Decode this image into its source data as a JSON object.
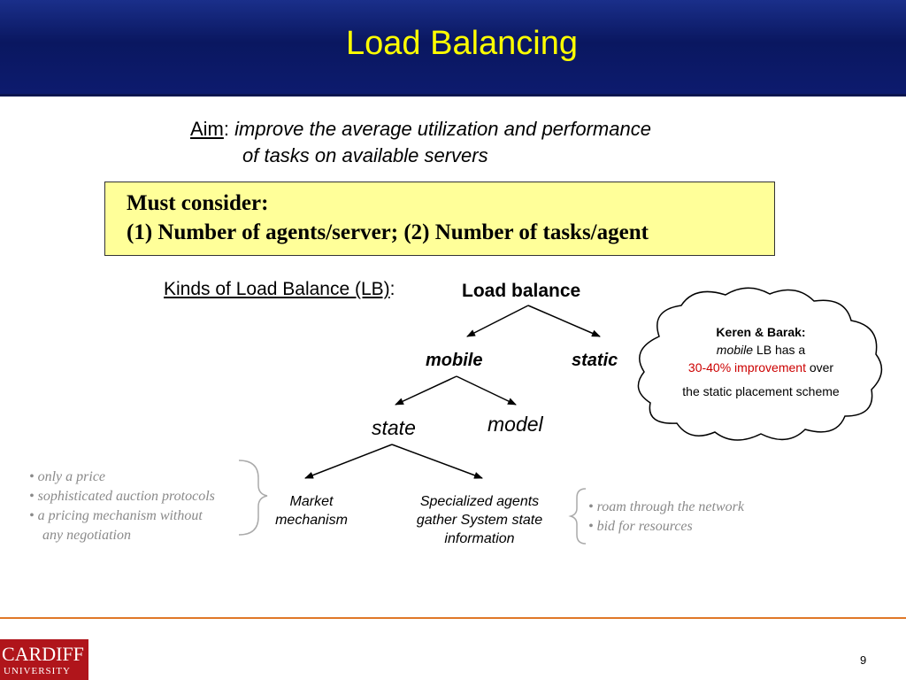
{
  "title": "Load Balancing",
  "aim": {
    "label": "Aim",
    "line1": "improve the average utilization and performance",
    "line2": "of tasks on available servers"
  },
  "consider": {
    "line1": "Must consider:",
    "line2": "(1) Number of agents/server; (2) Number of tasks/agent"
  },
  "kinds_label": "Kinds of Load Balance (LB)",
  "tree": {
    "root": "Load balance",
    "mobile": "mobile",
    "static": "static",
    "state": "state",
    "model": "model",
    "market_l1": "Market",
    "market_l2": "mechanism",
    "special_l1": "Specialized agents",
    "special_l2": "gather System state",
    "special_l3": "information"
  },
  "left_list": [
    "only a price",
    "sophisticated auction protocols",
    "a pricing mechanism without",
    "any negotiation"
  ],
  "right_list": [
    "roam through the network",
    "bid for resources"
  ],
  "cloud": {
    "authors": "Keren & Barak:",
    "mobile_word": "mobile",
    "lb_has_a": "LB has a",
    "improvement": "30-40% improvement",
    "over": "over",
    "last": "the static placement scheme"
  },
  "colors": {
    "header_bg": "#0d1b6e",
    "title": "#ffff00",
    "box_bg": "#ffff99",
    "footer_line": "#e07828",
    "logo_bg": "#b0151b",
    "highlight": "#cc0000"
  },
  "logo": {
    "line1": "CARDIFF",
    "line2": "UNIVERSITY"
  },
  "page_number": "9"
}
